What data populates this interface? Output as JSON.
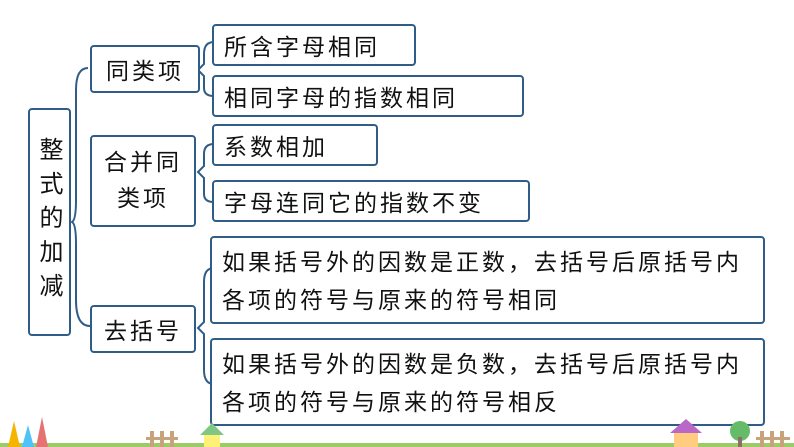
{
  "diagram": {
    "root": "整式的加减",
    "branches": [
      {
        "label": "同类项",
        "items": [
          "所含字母相同",
          "相同字母的指数相同"
        ]
      },
      {
        "label": "合并同类项",
        "items": [
          "系数相加",
          "字母连同它的指数不变"
        ]
      },
      {
        "label": "去括号",
        "items": [
          "如果括号外的因数是正数，去括号后原括号内各项的符号与原来的符号相同",
          "如果括号外的因数是负数，去括号后原括号内各项的符号与原来的符号相反"
        ]
      }
    ]
  },
  "colors": {
    "border": "#2f5d88",
    "text": "#111111",
    "brace": "#2f5d88"
  }
}
